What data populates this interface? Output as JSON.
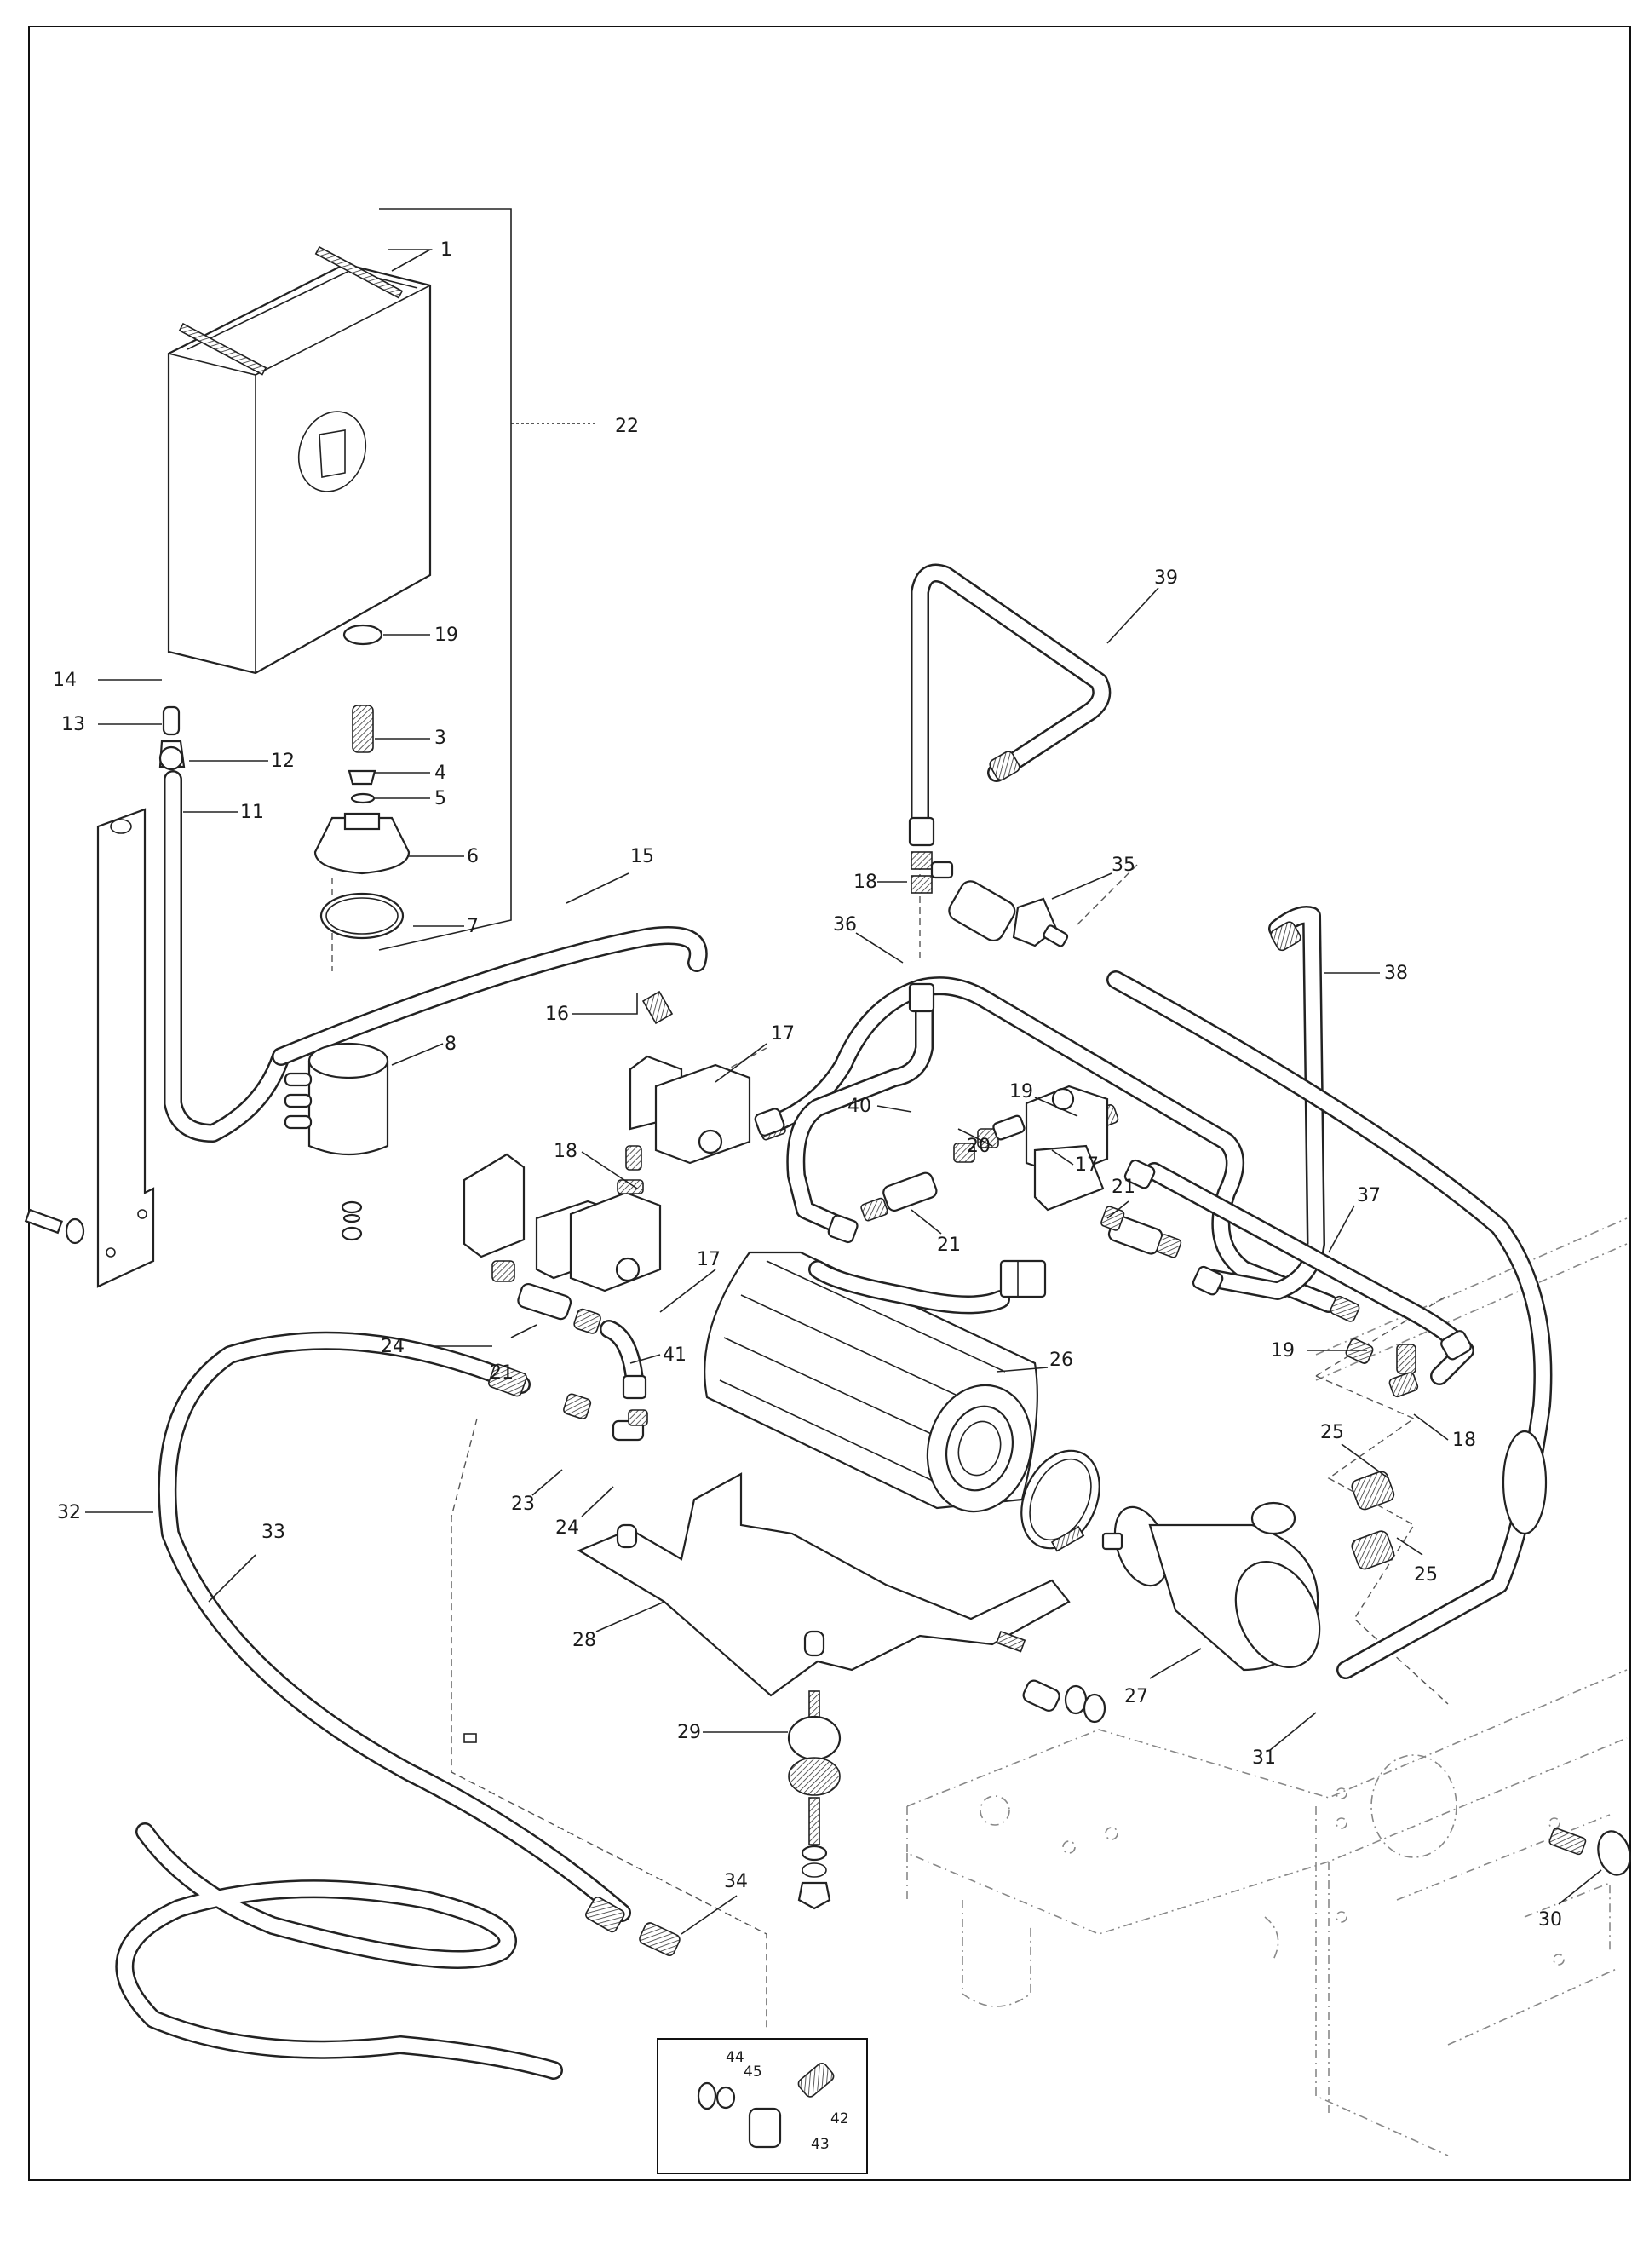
{
  "diagram": {
    "type": "exploded-parts-diagram",
    "subject": "water tank, pump motor and hydraulic tubing assembly",
    "group_bracket_label": "22",
    "inset_box_labels": [
      "44",
      "45",
      "42",
      "43"
    ]
  },
  "callouts": [
    {
      "id": "c1",
      "label": "1",
      "part": "tank-handle"
    },
    {
      "id": "c22",
      "label": "22",
      "part": "water-tank-assembly"
    },
    {
      "id": "c19a",
      "label": "19",
      "part": "tank-o-ring"
    },
    {
      "id": "c14",
      "label": "14",
      "part": "cap"
    },
    {
      "id": "c13",
      "label": "13",
      "part": "nozzle-fitting"
    },
    {
      "id": "c12",
      "label": "12",
      "part": "o-ring-small"
    },
    {
      "id": "c11",
      "label": "11",
      "part": "suction-hose"
    },
    {
      "id": "c3",
      "label": "3",
      "part": "spring"
    },
    {
      "id": "c4",
      "label": "4",
      "part": "valve-nut"
    },
    {
      "id": "c5",
      "label": "5",
      "part": "gasket"
    },
    {
      "id": "c6",
      "label": "6",
      "part": "tank-valve-body"
    },
    {
      "id": "c7",
      "label": "7",
      "part": "large-o-ring"
    },
    {
      "id": "c15",
      "label": "15",
      "part": "hose"
    },
    {
      "id": "c8",
      "label": "8",
      "part": "tank-socket"
    },
    {
      "id": "c16",
      "label": "16",
      "part": "elbow-fitting"
    },
    {
      "id": "c17a",
      "label": "17",
      "part": "solenoid-valve"
    },
    {
      "id": "c18a",
      "label": "18",
      "part": "tee-fitting"
    },
    {
      "id": "c17b",
      "label": "17",
      "part": "solenoid-valve"
    },
    {
      "id": "c24a",
      "label": "24",
      "part": "elbow-fitting"
    },
    {
      "id": "c21a",
      "label": "21",
      "part": "check-valve"
    },
    {
      "id": "c41",
      "label": "41",
      "part": "pipe"
    },
    {
      "id": "c23",
      "label": "23",
      "part": "nipple"
    },
    {
      "id": "c24b",
      "label": "24",
      "part": "elbow-fitting"
    },
    {
      "id": "c32",
      "label": "32",
      "part": "braided-hose"
    },
    {
      "id": "c33",
      "label": "33",
      "part": "drain-hose"
    },
    {
      "id": "c34",
      "label": "34",
      "part": "nipple"
    },
    {
      "id": "c39",
      "label": "39",
      "part": "pipe"
    },
    {
      "id": "c18b",
      "label": "18",
      "part": "tee-fitting"
    },
    {
      "id": "c35",
      "label": "35",
      "part": "pressure-switch"
    },
    {
      "id": "c36",
      "label": "36",
      "part": "pipe"
    },
    {
      "id": "c38",
      "label": "38",
      "part": "pipe"
    },
    {
      "id": "c40",
      "label": "40",
      "part": "pipe"
    },
    {
      "id": "c19b",
      "label": "19",
      "part": "elbow-fitting"
    },
    {
      "id": "c20",
      "label": "20",
      "part": "tee-fitting"
    },
    {
      "id": "c17c",
      "label": "17",
      "part": "solenoid-valve"
    },
    {
      "id": "c21b",
      "label": "21",
      "part": "check-valve"
    },
    {
      "id": "c21c",
      "label": "21",
      "part": "check-valve"
    },
    {
      "id": "c37",
      "label": "37",
      "part": "pipe"
    },
    {
      "id": "c26",
      "label": "26",
      "part": "pump-motor"
    },
    {
      "id": "c19c",
      "label": "19",
      "part": "elbow-fitting"
    },
    {
      "id": "c18c",
      "label": "18",
      "part": "tee-fitting"
    },
    {
      "id": "c25a",
      "label": "25",
      "part": "nipple"
    },
    {
      "id": "c25b",
      "label": "25",
      "part": "nipple"
    },
    {
      "id": "c28",
      "label": "28",
      "part": "motor-bracket"
    },
    {
      "id": "c27",
      "label": "27",
      "part": "pump-head"
    },
    {
      "id": "c29",
      "label": "29",
      "part": "anti-vibration-mount"
    },
    {
      "id": "c31",
      "label": "31",
      "part": "fitting"
    },
    {
      "id": "c30",
      "label": "30",
      "part": "knob-screw"
    },
    {
      "id": "c44",
      "label": "44",
      "part": "cap"
    },
    {
      "id": "c45",
      "label": "45",
      "part": "gasket"
    },
    {
      "id": "c42",
      "label": "42",
      "part": "fitting"
    },
    {
      "id": "c43",
      "label": "43",
      "part": "valve"
    }
  ]
}
